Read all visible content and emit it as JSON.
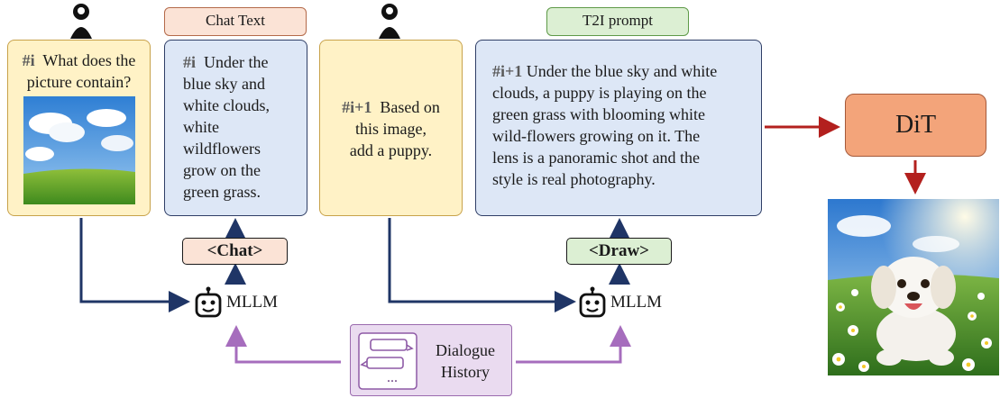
{
  "turn_i": {
    "tag": "#i",
    "question_line1": "What does the",
    "question_line2": "picture contain?",
    "image": "sky-meadow-photo"
  },
  "chat_text_label": "Chat Text",
  "chat_answer": {
    "tag": "#i",
    "lines": [
      "Under the",
      "blue sky and",
      "white clouds,",
      "white",
      "wildflowers",
      "grow on the",
      "green grass."
    ]
  },
  "chat_token": "<Chat>",
  "mllm_label": "MLLM",
  "turn_i1": {
    "tag": "#i+1",
    "lines": [
      "Based on",
      "this image,",
      "add a puppy."
    ]
  },
  "t2i_label": "T2I prompt",
  "t2i_prompt": {
    "tag": "#i+1",
    "lines": [
      "Under the blue sky and white",
      "clouds, a puppy is playing on the",
      "green grass with blooming white",
      "wild-flowers growing on it. The",
      "lens is a panoramic shot and the",
      "style is real photography."
    ]
  },
  "draw_token": "<Draw>",
  "dit_label": "DiT",
  "history": {
    "line1": "Dialogue",
    "line2": "History",
    "dots": "..."
  },
  "output_image": "puppy-meadow-photo",
  "colors": {
    "navy": "#1f3566",
    "red": "#b3201e",
    "purple": "#a66dbd"
  }
}
